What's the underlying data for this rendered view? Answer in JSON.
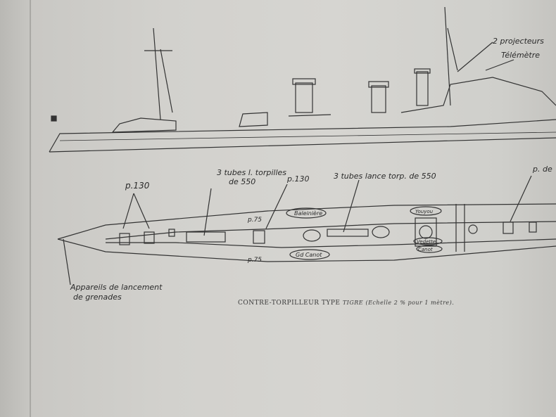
{
  "labels": {
    "projectors": "2 projecteurs",
    "telemeter": "Télémètre",
    "gun_130_aft": "p.130",
    "gun_130_fwd": "p.130",
    "torpedo_tubes_aft": "3 tubes l. torpilles",
    "torpedo_tubes_aft_caliber": "de 550",
    "torpedo_tubes_fwd": "3 tubes lance torp. de 550",
    "gun_75_top": "p.75",
    "gun_75_bottom": "p.75",
    "boat_whaleboat": "Baleinière",
    "boat_large": "Gd Canot",
    "boat_dinghy": "Youyou",
    "boat_launch": "Vedette",
    "boat_canot": "Canot",
    "gun_right": "p. de",
    "grenade_launchers": "Appareils de lancement",
    "grenade_launchers_2": "de grenades"
  },
  "caption": {
    "title": "CONTRE-TORPILLEUR TYPE",
    "type": "TIGRE",
    "scale": "(Echelle 2 % pour 1 mètre)."
  }
}
